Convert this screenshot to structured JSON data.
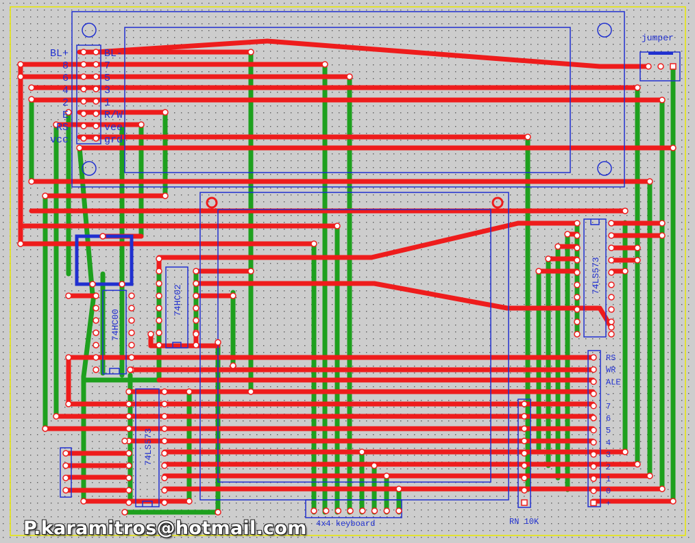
{
  "lcd_labels_left": [
    "BL+",
    "8",
    "6",
    "4",
    "2",
    "E",
    "RS",
    "vcc"
  ],
  "lcd_labels_right": [
    "BL-",
    "7",
    "5",
    "3",
    "1",
    "R/W",
    "vee",
    "grd"
  ],
  "chips": {
    "u1": "74HC00",
    "u2": "74HC02",
    "u3": "74LS573",
    "u4": "74LS573"
  },
  "connector_labels": [
    "RS",
    "WR",
    "ALE",
    "-",
    "7",
    "6",
    "5",
    "4",
    "3",
    "2",
    "1",
    "0",
    "+"
  ],
  "jumper_label": "jumper",
  "keyboard_label": "4x4 keyboard",
  "resistor_label": "RN 10K",
  "email": "P.karamitros@hotmail.com",
  "colors": {
    "background": "#cdcdcd",
    "top_trace": "#ee1c1c",
    "bottom_trace": "#1ea01e",
    "silkscreen": "#2030d0",
    "board_edge": "#e8e800"
  }
}
